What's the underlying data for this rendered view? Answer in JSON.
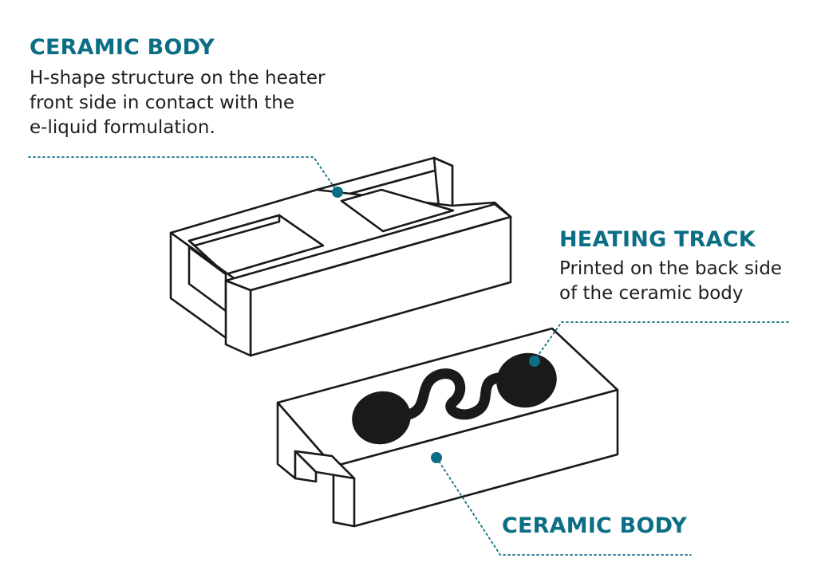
{
  "colors": {
    "accent": "#0b6e84",
    "outline": "#1a1a1a",
    "track": "#1a1a1a",
    "body_fill": "#ffffff",
    "text": "#1e1e1e"
  },
  "callouts": {
    "top": {
      "title": "CERAMIC BODY",
      "description_lines": [
        "H-shape structure on the heater",
        "front side in contact with the",
        "e-liquid formulation."
      ]
    },
    "heating_track": {
      "title": "HEATING TRACK",
      "description_lines": [
        "Printed on the back side",
        "of the ceramic body"
      ]
    },
    "bottom": {
      "title": "CERAMIC BODY"
    }
  },
  "parts": [
    {
      "name": "ceramic-body-front",
      "shape": "H-shape block"
    },
    {
      "name": "ceramic-body-back",
      "shape": "block with printed heating track"
    }
  ]
}
